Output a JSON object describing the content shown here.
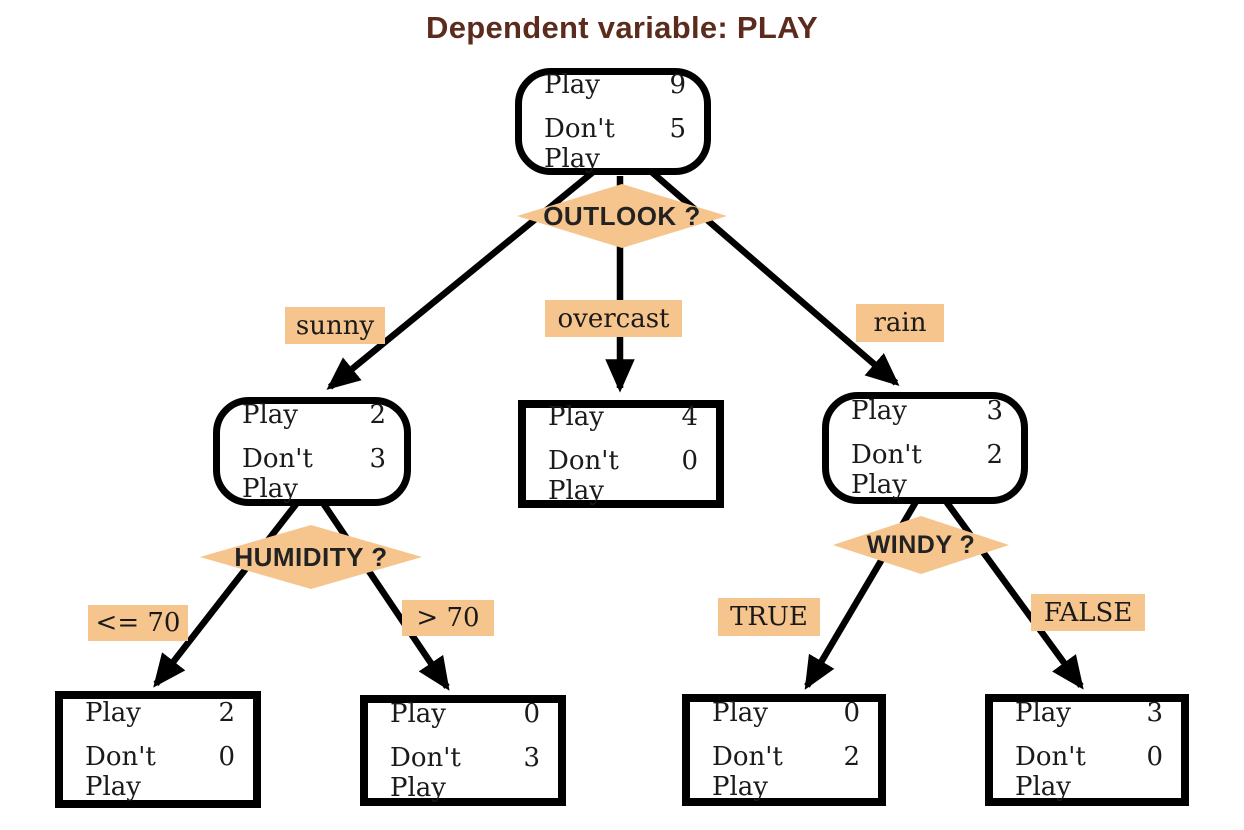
{
  "title": "Dependent variable: PLAY",
  "colors": {
    "accent": "#f6c48d",
    "title_color": "#5b2c1d",
    "line": "#000000"
  },
  "labels": {
    "play": "Play",
    "dont_play": "Don't Play"
  },
  "splits": {
    "outlook": "OUTLOOK ?",
    "humidity": "HUMIDITY ?",
    "windy": "WINDY ?"
  },
  "branches": {
    "sunny": "sunny",
    "overcast": "overcast",
    "rain": "rain",
    "humidity_le": "<= 70",
    "humidity_gt": "> 70",
    "windy_true": "TRUE",
    "windy_false": "FALSE"
  },
  "tree": {
    "root": {
      "play": 9,
      "dont_play": 5
    },
    "outlook_sunny": {
      "play": 2,
      "dont_play": 3
    },
    "outlook_overcast": {
      "play": 4,
      "dont_play": 0
    },
    "outlook_rain": {
      "play": 3,
      "dont_play": 2
    },
    "humidity_le70": {
      "play": 2,
      "dont_play": 0
    },
    "humidity_gt70": {
      "play": 0,
      "dont_play": 3
    },
    "windy_true": {
      "play": 0,
      "dont_play": 2
    },
    "windy_false": {
      "play": 3,
      "dont_play": 0
    }
  }
}
